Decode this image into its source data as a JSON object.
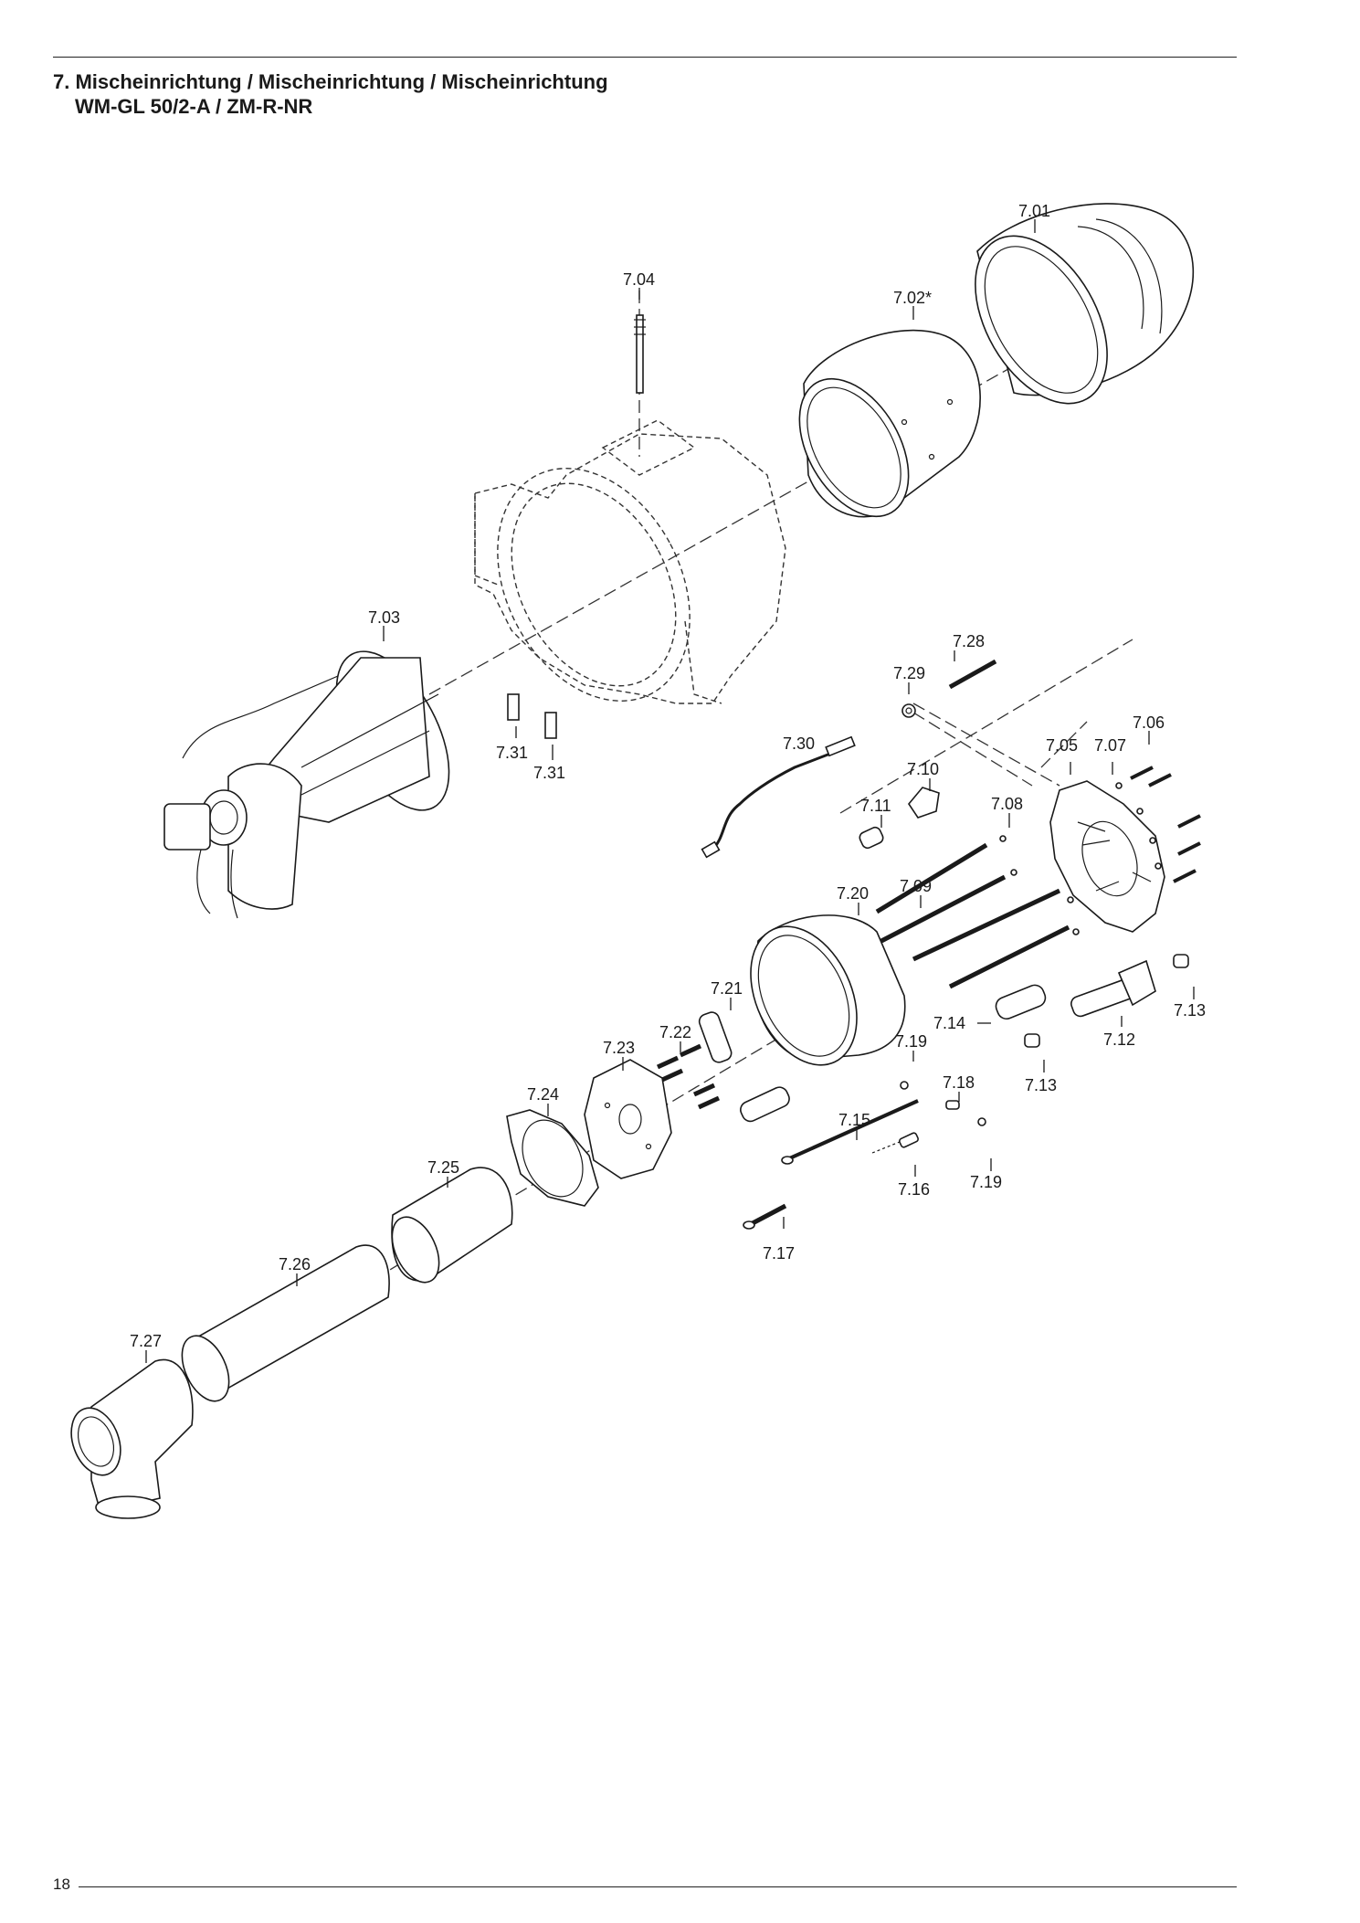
{
  "header": {
    "title_line1": "7. Mischeinrichtung / Mischeinrichtung / Mischeinrichtung",
    "title_line2": "WM-GL 50/2-A / ZM-R-NR"
  },
  "footer": {
    "page_number": "18"
  },
  "callouts": {
    "c701": "7.01",
    "c702": "7.02*",
    "c703": "7.03",
    "c704": "7.04",
    "c705": "7.05",
    "c706": "7.06",
    "c707": "7.07",
    "c708": "7.08",
    "c709": "7.09",
    "c710": "7.10",
    "c711": "7.11",
    "c712": "7.12",
    "c713a": "7.13",
    "c713b": "7.13",
    "c714": "7.14",
    "c715": "7.15",
    "c716": "7.16",
    "c717": "7.17",
    "c718": "7.18",
    "c719a": "7.19",
    "c719b": "7.19",
    "c720": "7.20",
    "c721": "7.21",
    "c722": "7.22",
    "c723": "7.23",
    "c724": "7.24",
    "c725": "7.25",
    "c726": "7.26",
    "c727": "7.27",
    "c728": "7.28",
    "c729": "7.29",
    "c730": "7.30",
    "c731a": "7.31",
    "c731b": "7.31"
  }
}
